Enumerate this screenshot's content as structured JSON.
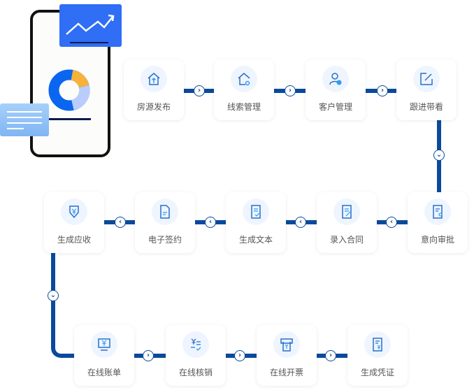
{
  "steps_row1": [
    "房源发布",
    "线索管理",
    "客户管理",
    "跟进带看"
  ],
  "steps_row2": [
    "生成应收",
    "电子签约",
    "生成文本",
    "录入合同",
    "意向审批"
  ],
  "steps_row3": [
    "在线账单",
    "在线核销",
    "在线开票",
    "生成凭证"
  ],
  "colors": {
    "connector": "#0a4a9c",
    "icon": "#2a6ec8",
    "accent": "#2e9cf5"
  }
}
